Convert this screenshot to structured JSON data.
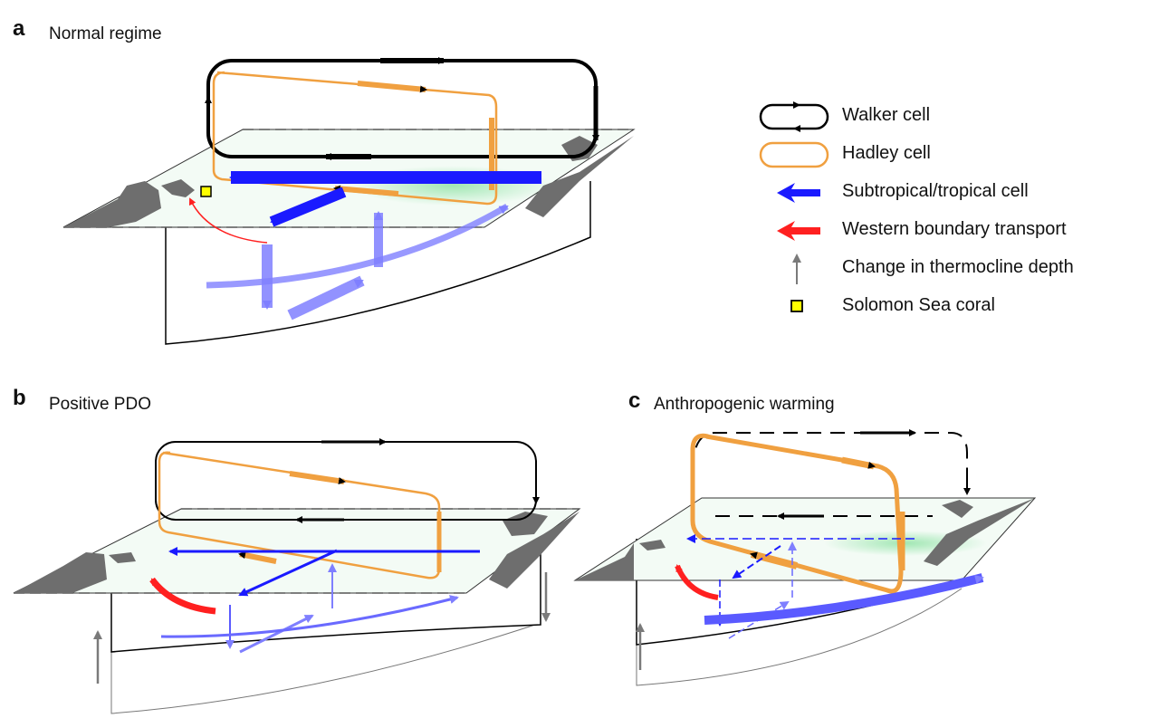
{
  "figure": {
    "panels": [
      {
        "letter": "a",
        "title": "Normal regime"
      },
      {
        "letter": "b",
        "title": "Positive PDO"
      },
      {
        "letter": "c",
        "title": "Anthropogenic warming"
      }
    ],
    "legend": [
      {
        "symbol": "walker-cell-loop-icon",
        "label": "Walker cell",
        "color": "#000000"
      },
      {
        "symbol": "hadley-cell-loop-icon",
        "label": "Hadley cell",
        "color": "#f0a040"
      },
      {
        "symbol": "blue-arrow-icon",
        "label": "Subtropical/tropical cell",
        "color": "#1a1aff"
      },
      {
        "symbol": "red-arrow-icon",
        "label": "Western boundary transport",
        "color": "#ff2020"
      },
      {
        "symbol": "gray-up-arrow-icon",
        "label": "Change in thermocline depth",
        "color": "#7a7a7a"
      },
      {
        "symbol": "yellow-square-icon",
        "label": "Solomon Sea coral",
        "color": "#ffff00"
      }
    ],
    "colors": {
      "walker": "#000000",
      "hadley": "#f0a040",
      "stc": "#1a1aff",
      "stc_light": "#7f7fff",
      "western_boundary": "#ff2020",
      "thermocline": "#7a7a7a",
      "land": "#6e6e6e",
      "ocean_surface": "#f2faf4",
      "warm_anomaly": "#a8e8b8",
      "coral": "#ffff00"
    }
  }
}
